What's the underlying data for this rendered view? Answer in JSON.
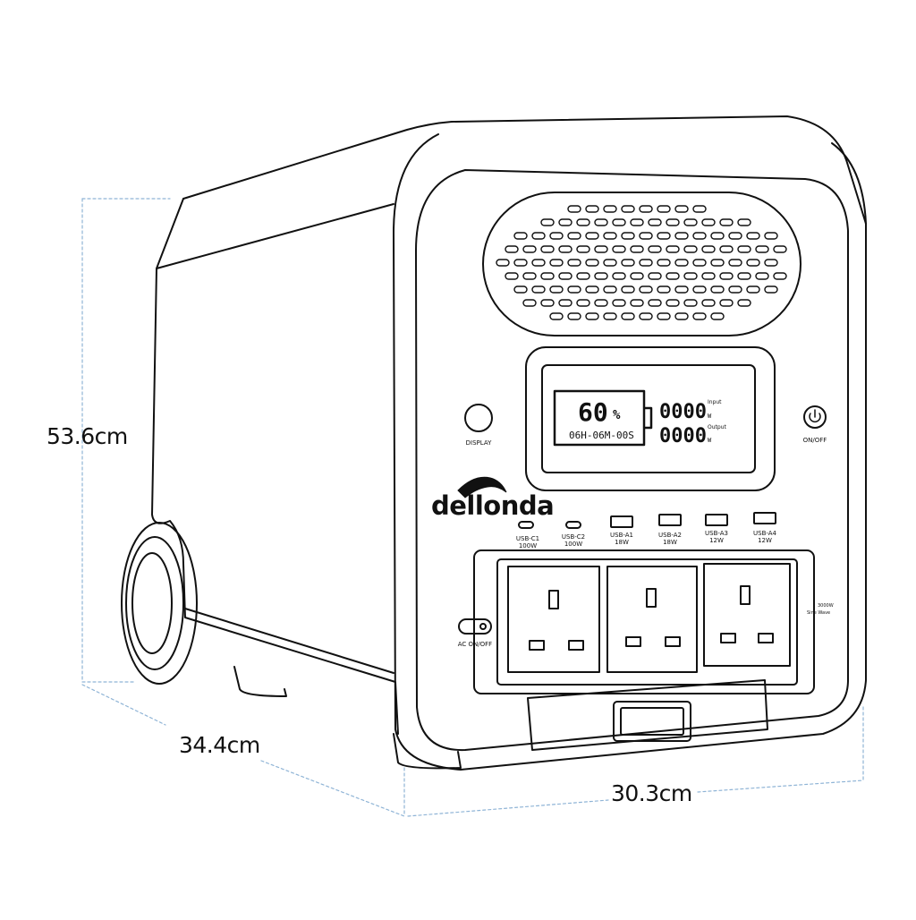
{
  "dimensions": {
    "height": "53.6cm",
    "depth": "34.4cm",
    "width": "30.3cm"
  },
  "brand": "dellonda",
  "controls": {
    "display_label": "DISPLAY",
    "onoff_label": "ON/OFF",
    "ac_label": "AC ON/OFF"
  },
  "lcd": {
    "battery": "60",
    "percent": "%",
    "time": "06H-06M-00S",
    "input_value": "0000",
    "input_unit": "W",
    "input_label": "Input",
    "output_value": "0000",
    "output_unit": "W",
    "output_label": "Output"
  },
  "ports": [
    {
      "name": "USB-C1",
      "power": "100W"
    },
    {
      "name": "USB-C2",
      "power": "100W"
    },
    {
      "name": "USB-A1",
      "power": "18W"
    },
    {
      "name": "USB-A2",
      "power": "18W"
    },
    {
      "name": "USB-A3",
      "power": "12W"
    },
    {
      "name": "USB-A4",
      "power": "12W"
    }
  ],
  "inverter": {
    "rating": "3000W",
    "wave": "Sine Wave"
  },
  "colors": {
    "outline": "#111111",
    "dimension_line": "#8fb4d6"
  }
}
